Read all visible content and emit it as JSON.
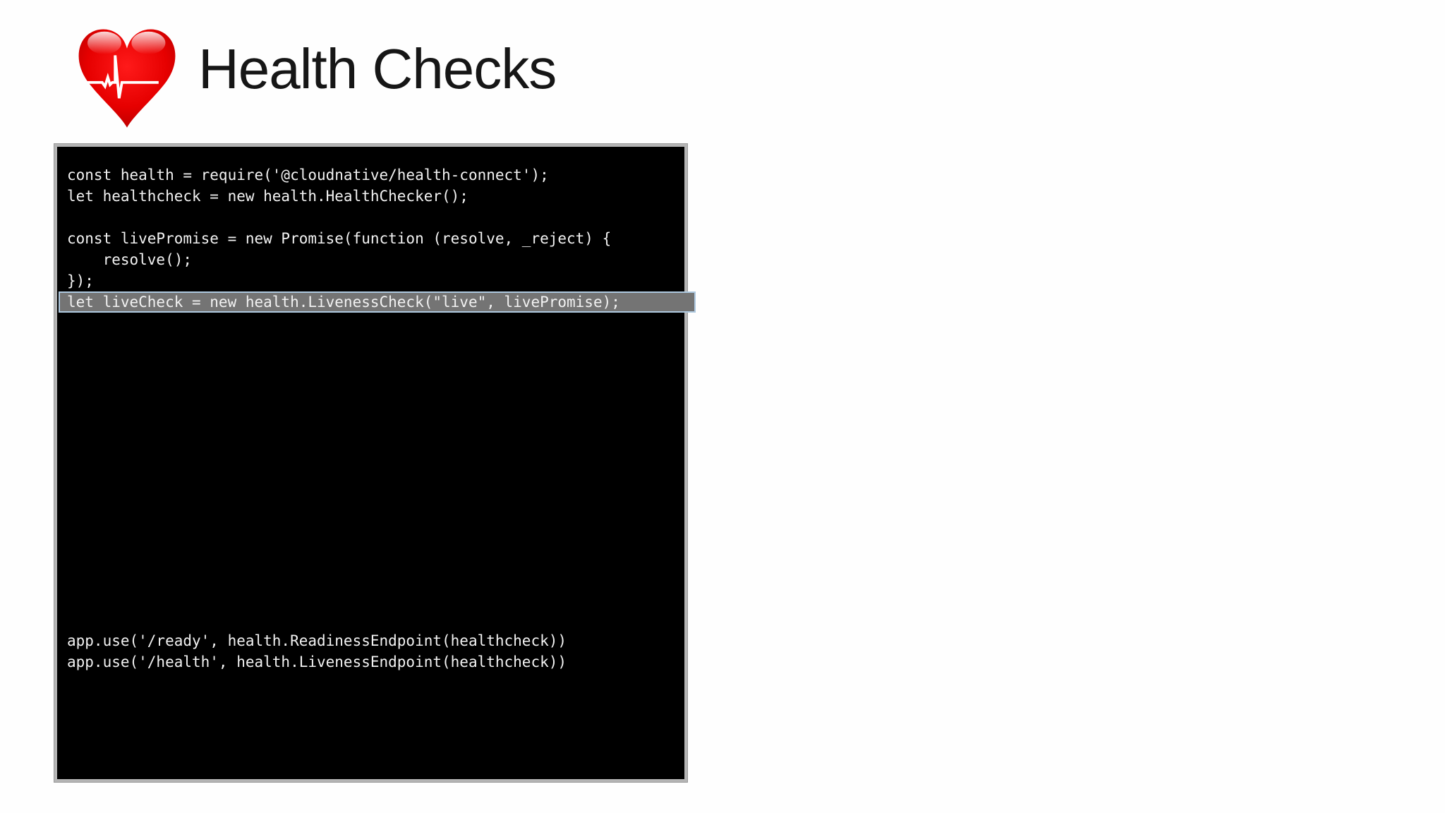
{
  "page": {
    "background": "#fefefe"
  },
  "header": {
    "title": "Health Checks",
    "title_color": "#161616",
    "icon": "heart-ekg-icon"
  },
  "code_panel": {
    "background": "#000000",
    "border_color": "#b5b5b5",
    "text_color": "#f2f2f2",
    "highlight": {
      "fill": "#747474",
      "border": "#aec9e0"
    },
    "lines": [
      {
        "text": "const health = require('@cloudnative/health-connect');"
      },
      {
        "text": "let healthcheck = new health.HealthChecker();"
      },
      {
        "text": ""
      },
      {
        "text": "const livePromise = new Promise(function (resolve, _reject) {"
      },
      {
        "text": "    resolve();"
      },
      {
        "text": "});"
      },
      {
        "text": "let liveCheck = new health.LivenessCheck(\"live\", livePromise);",
        "highlighted": true
      },
      {
        "text": ""
      },
      {
        "text": ""
      },
      {
        "text": ""
      },
      {
        "text": ""
      },
      {
        "text": ""
      },
      {
        "text": ""
      },
      {
        "text": ""
      },
      {
        "text": ""
      },
      {
        "text": ""
      },
      {
        "text": ""
      },
      {
        "text": ""
      },
      {
        "text": ""
      },
      {
        "text": ""
      },
      {
        "text": ""
      },
      {
        "text": ""
      },
      {
        "text": "app.use('/ready', health.ReadinessEndpoint(healthcheck))"
      },
      {
        "text": "app.use('/health', health.LivenessEndpoint(healthcheck))"
      }
    ]
  }
}
